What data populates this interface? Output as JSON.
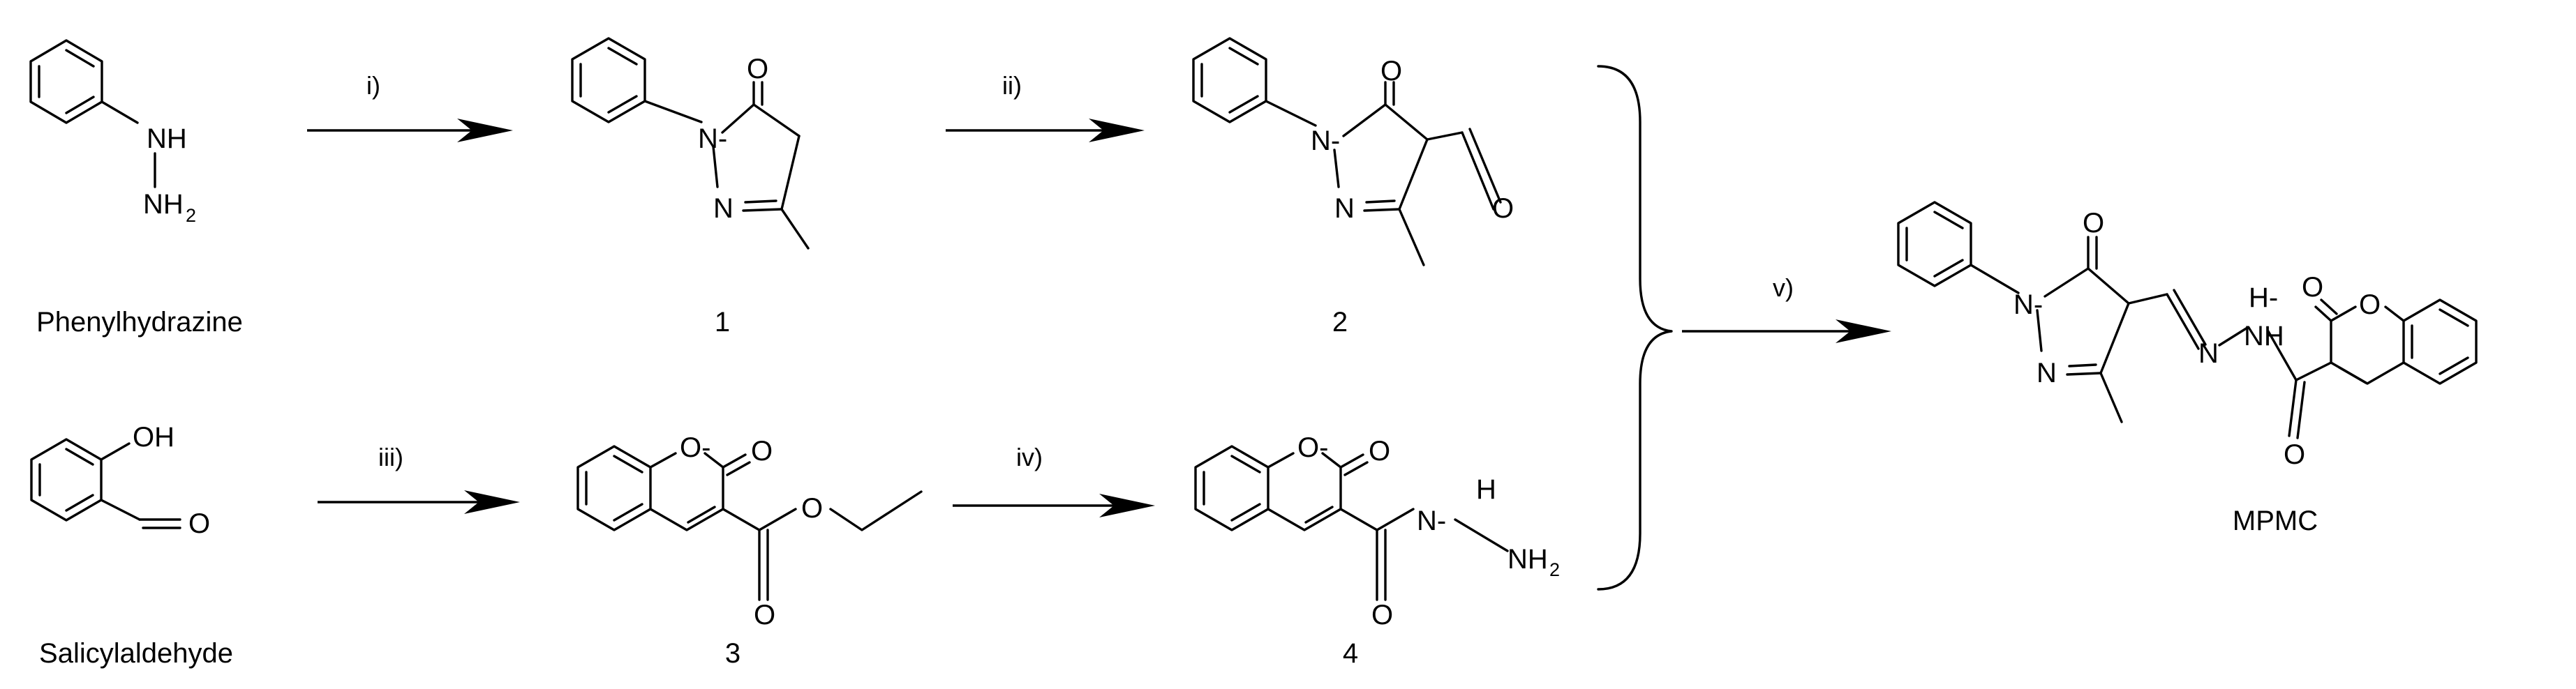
{
  "compounds": {
    "phenylhydrazine": "Phenylhydrazine",
    "salicylaldehyde": "Salicylaldehyde",
    "c1": "1",
    "c2": "2",
    "c3": "3",
    "c4": "4",
    "product": "MPMC"
  },
  "steps": [
    "i)",
    "ii)",
    "iii)",
    "iv)",
    "v)"
  ],
  "atoms": {
    "O": "O",
    "N": "N",
    "NH": "NH",
    "H": "H",
    "N_minus": "N-",
    "H_minus": "H-",
    "NH_hyphen": "NH",
    "NH2_base": "NH",
    "NH2_sub": "2",
    "OH": "OH",
    "O_minus": "O-"
  },
  "colors": {
    "ink": "#000000",
    "background": "#ffffff"
  }
}
